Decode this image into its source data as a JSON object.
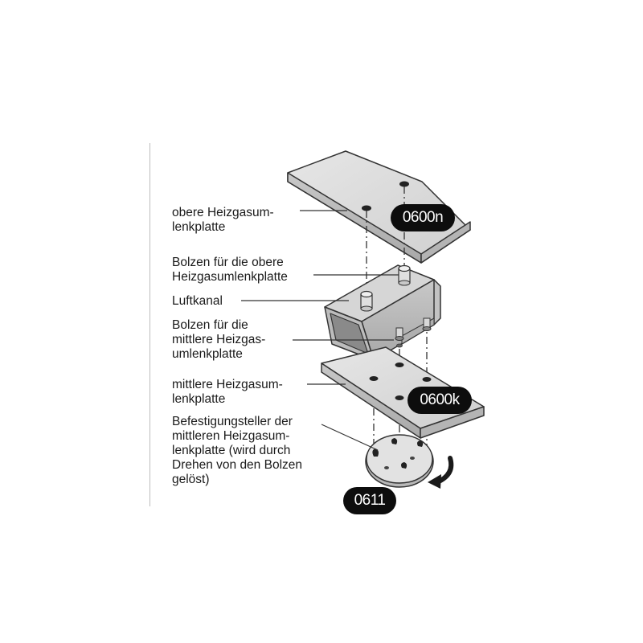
{
  "labels": {
    "upper_plate": [
      "obere Heizgasum-",
      "lenkplatte"
    ],
    "upper_bolts": [
      "Bolzen für die obere",
      "Heizgasumlenkplatte"
    ],
    "air_duct": [
      "Luftkanal"
    ],
    "middle_bolts": [
      "Bolzen für die",
      "mittlere Heizgas-",
      "umlenkplatte"
    ],
    "middle_plate": [
      "mittlere Heizgasum-",
      "lenkplatte"
    ],
    "fixing_disc": [
      "Befestigungsteller der",
      "mittleren Heizgasum-",
      "lenkplatte (wird durch",
      "Drehen von den Bolzen",
      "gelöst)"
    ]
  },
  "badges": {
    "upper_plate_code": "0600n",
    "middle_plate_code": "0600k",
    "disc_code": "0611"
  },
  "colors": {
    "plate_top": "#d9d9d9",
    "plate_side": "#bfbfbf",
    "outline": "#333333",
    "badge": "#0d0d0d",
    "arrow": "#1a1a1a"
  }
}
